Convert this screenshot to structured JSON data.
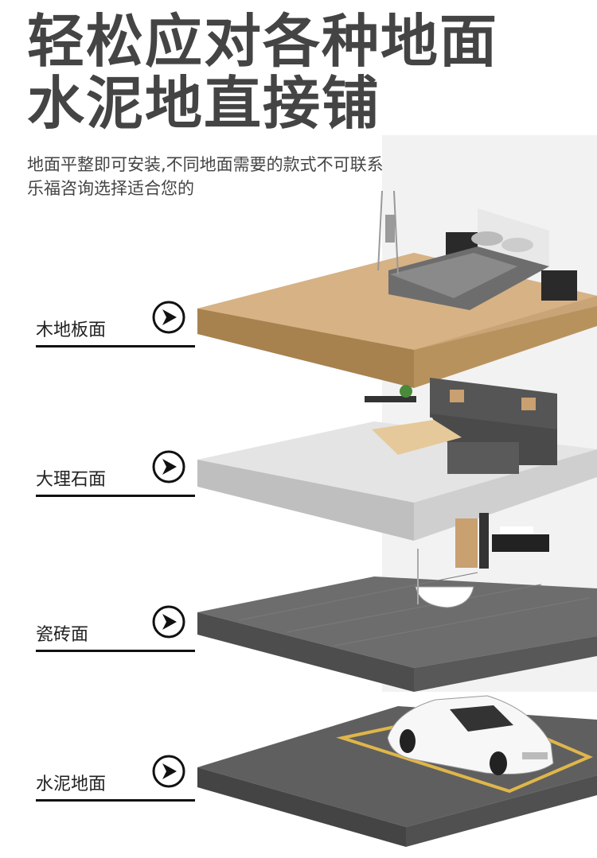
{
  "header": {
    "title_line1": "轻松应对各种地面",
    "title_line2": "水泥地直接铺",
    "subtitle": "地面平整即可安装,不同地面需要的款式不可联系乐福咨询选择适合您的"
  },
  "labels": [
    {
      "text": "木地板面",
      "icon": "arrow-right-circle-icon"
    },
    {
      "text": "大理石面",
      "icon": "arrow-right-circle-icon"
    },
    {
      "text": "瓷砖面",
      "icon": "arrow-right-circle-icon"
    },
    {
      "text": "水泥地面",
      "icon": "arrow-right-circle-icon"
    }
  ],
  "colors": {
    "title": "#444444",
    "wood": "#c9a477",
    "marble": "#dedede",
    "tile": "#6d6d6d",
    "cement": "#5f5f5f",
    "parking_line": "#e0b64a"
  }
}
